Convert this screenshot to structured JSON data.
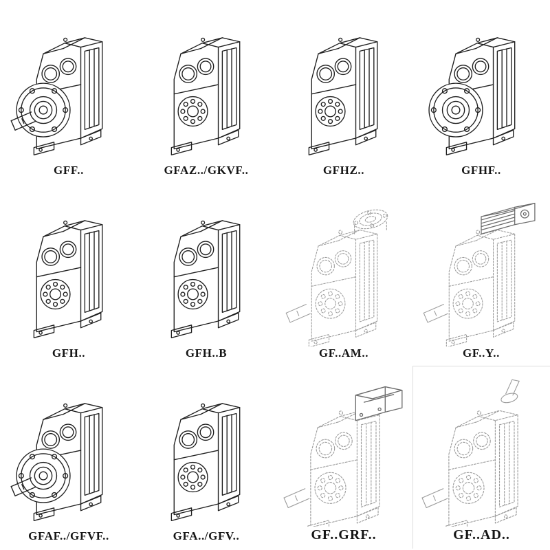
{
  "page": {
    "background": "#ffffff",
    "ink_color": "#1f1f1f",
    "ghost_color": "#9c9c9c",
    "description": "Catalog sheet of parallel-shaft helical gearmotor model variants, 4 x 3 grid of isometric technical line drawings with model code labels"
  },
  "grid": {
    "columns": 4,
    "rows": 3
  },
  "cells": [
    {
      "label": "GFF..",
      "style": "solid",
      "variant": "output-flange-with-shaft"
    },
    {
      "label": "GFAZ../GKVF..",
      "style": "solid",
      "variant": "hollow-shaft"
    },
    {
      "label": "GFHZ..",
      "style": "solid",
      "variant": "hollow-shaft"
    },
    {
      "label": "GFHF..",
      "style": "solid",
      "variant": "output-flange"
    },
    {
      "label": "GFH..",
      "style": "solid",
      "variant": "foot-mounted"
    },
    {
      "label": "GFH..B",
      "style": "solid",
      "variant": "foot-mounted-b"
    },
    {
      "label": "GF..AM..",
      "style": "ghost",
      "variant": "motor-flange-adapter"
    },
    {
      "label": "GF..Y..",
      "style": "ghost",
      "variant": "with-mounted-motor"
    },
    {
      "label": "GFAF../GFVF..",
      "style": "solid",
      "variant": "output-flange-with-shaft"
    },
    {
      "label": "GFA../GFV..",
      "style": "solid",
      "variant": "hollow-shaft"
    },
    {
      "label": "GF..GRF..",
      "style": "ghost",
      "variant": "gear-adapter-block"
    },
    {
      "label": "GF..AD..",
      "style": "ghost",
      "variant": "input-shaft-adapter"
    }
  ]
}
